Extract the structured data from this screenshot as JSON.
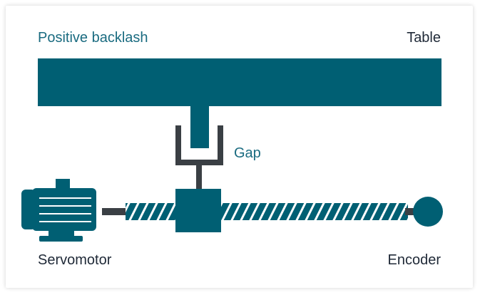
{
  "title": "Positive backlash",
  "labels": {
    "table": "Table",
    "gap": "Gap",
    "servomotor": "Servomotor",
    "encoder": "Encoder"
  },
  "colors": {
    "primary": "#005f73",
    "title_text": "#1a6b80",
    "dark_text": "#1f2937",
    "fork": "#3a3f44"
  }
}
